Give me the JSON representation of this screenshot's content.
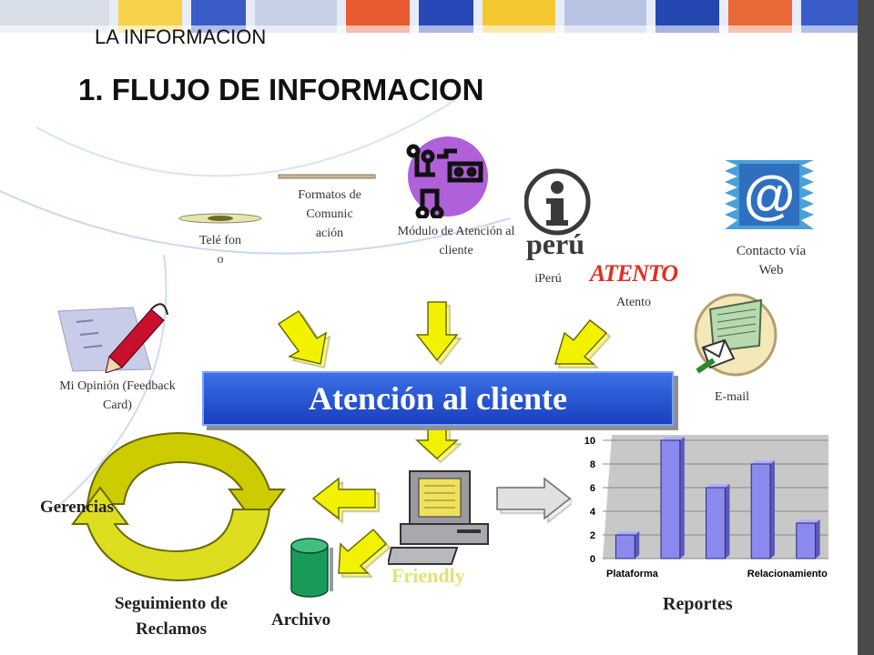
{
  "header": {
    "section_label": "LA INFORMACION",
    "title": "1. FLUJO DE INFORMACION"
  },
  "inputs": {
    "telefono": "Telé fon o",
    "formatos": "Formatos de Comunic ación",
    "modulo": "Módulo de Atención al cliente",
    "iperu": "iPerú",
    "peru_logo": "perú",
    "atento": "Atento",
    "atento_logo": "ATENTO",
    "contacto_web": "Contacto vía Web",
    "mi_opinion": "Mi Opinión (Feedback Card)",
    "email": "E-mail"
  },
  "center": {
    "label": "Atención al cliente"
  },
  "outputs": {
    "gerencias": "Gerencias",
    "seguimiento": "Seguimiento de Reclamos",
    "archivo": "Archivo",
    "friendly": "Friendly",
    "reportes": "Reportes"
  },
  "chart_data": {
    "type": "bar",
    "categories": [
      "Plataforma",
      "",
      "",
      "",
      "Relacionamiento"
    ],
    "values": [
      2,
      10,
      6,
      8,
      3
    ],
    "ylim": [
      0,
      10
    ],
    "yticks": [
      "0",
      "2",
      "4",
      "6",
      "8",
      "10"
    ],
    "grid": true
  },
  "colors": {
    "arrow_fill": "#f2f200",
    "center_box": "#2a55d6",
    "cycle_fill": "#cccc00",
    "bar_fill": "#8a8aee",
    "purple_icon": "#b060d8",
    "friendly_text": "#e2e277"
  }
}
